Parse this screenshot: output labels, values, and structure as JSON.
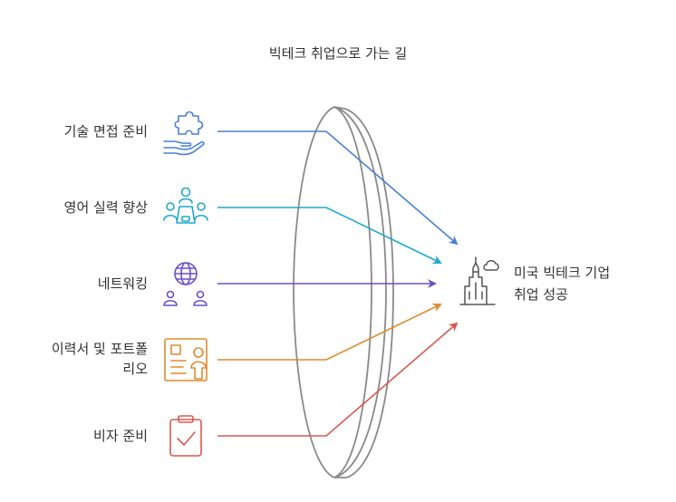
{
  "title": "빅테크 취업으로 가는 길",
  "items": [
    {
      "label": "기술 면접 준비",
      "icon": "puzzle-hand-icon",
      "color": "#4a7fd8"
    },
    {
      "label": "영어 실력 향상",
      "icon": "team-meeting-icon",
      "color": "#1ea8cf"
    },
    {
      "label": "네트워킹",
      "icon": "globe-people-icon",
      "color": "#6b4fc8"
    },
    {
      "label_line1": "이력서 및 포트폴",
      "label_line2": "리오",
      "icon": "resume-profile-icon",
      "color": "#e08a2c"
    },
    {
      "label": "비자 준비",
      "icon": "clipboard-check-icon",
      "color": "#d9584e"
    }
  ],
  "outcome": {
    "line1": "미국 빅테크 기업",
    "line2": "취업 성공",
    "icon": "city-buildings-icon",
    "color": "#555555"
  },
  "lens": {
    "color": "#8a8a8a"
  }
}
